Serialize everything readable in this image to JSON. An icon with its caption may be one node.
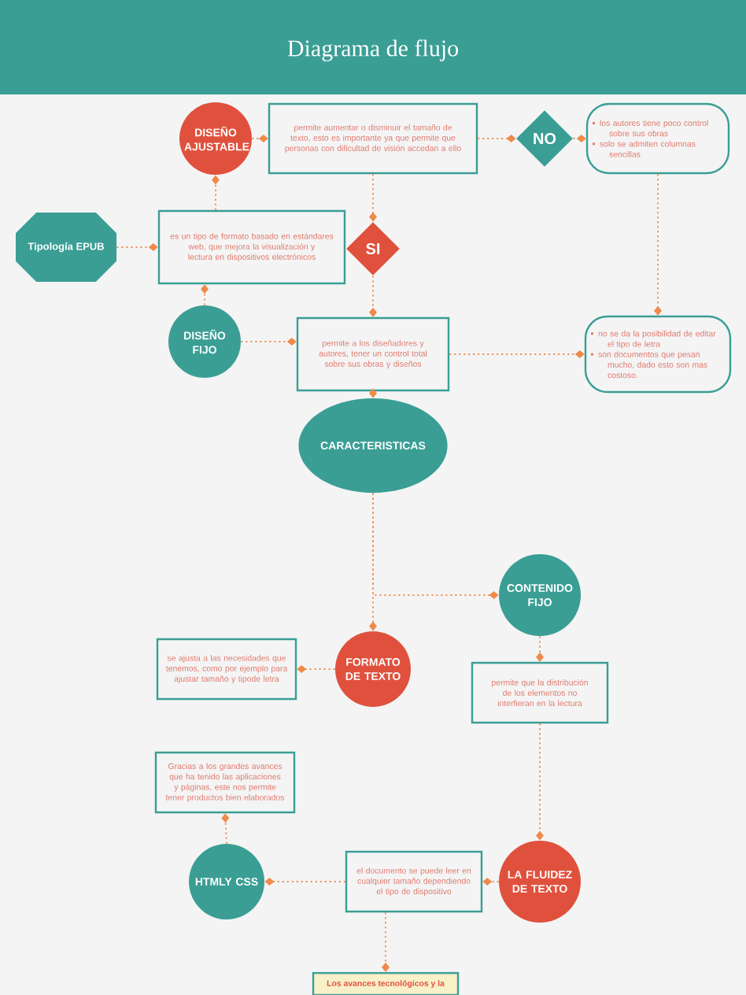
{
  "diagram": {
    "title": "Diagrama de flujo",
    "nodes": [
      {
        "text": [
          "DISEÑO AJUSTABLE"
        ]
      },
      {
        "text": [
          "permite aumentar o disminuir el tamaño de texto, esto es importante ya que permite que personas con dificultad de visión accedan a ello"
        ]
      },
      {
        "text": [
          "NO"
        ]
      },
      {
        "text": [
          "los autores tiene poco control sobre sus obras",
          "solo se admiten columnas sencillas"
        ]
      },
      {
        "text": [
          "Tipología EPUB"
        ]
      },
      {
        "text": [
          "es un tipo de formato basado en estándares web, que mejora la visualización y lectura en dispositivos electrónicos"
        ]
      },
      {
        "text": [
          "SI"
        ]
      },
      {
        "text": [
          "DISEÑO FIJO"
        ]
      },
      {
        "text": [
          "permite a los diseñadores y autores, tener un control total sobre sus obras y diseños"
        ]
      },
      {
        "text": [
          "no se da la posibilidad de editar el tipo de letra",
          "son documentos que pesan mucho, dado esto son mas costoso."
        ]
      },
      {
        "text": [
          "CARACTERISTICAS"
        ]
      },
      {
        "text": [
          "CONTENIDO FIJO"
        ]
      },
      {
        "text": [
          "se ajusta a las necesidades que tenemos, como por ejemplo para ajustar tamaño y tipode letra"
        ]
      },
      {
        "text": [
          "FORMATO DE TEXTO"
        ]
      },
      {
        "text": [
          "permite que la distribución de los elementos no interfieran en la lectura"
        ]
      },
      {
        "text": [
          "Gracias a los grandes avances que ha tenido las aplicaciones y páginas, este nos permite tener productos bien elaborados"
        ]
      },
      {
        "text": [
          "HTMLY CSS"
        ]
      },
      {
        "text": [
          "el documento se puede leer en cualquier tamaño dependiendo el tipo de dispositivo"
        ]
      },
      {
        "text": [
          "LA FLUIDEZ DE TEXTO"
        ]
      },
      {
        "text": [
          "Los avances tecnológicos y la"
        ]
      }
    ],
    "edges": [
      {
        "from": 0,
        "to": 1,
        "arrow": "other"
      },
      {
        "from": 1,
        "to": 2,
        "arrow": "other"
      },
      {
        "from": 2,
        "to": 3,
        "arrow": "other"
      },
      {
        "from": 4,
        "to": 5,
        "arrow": "other"
      },
      {
        "from": 5,
        "to": 0,
        "arrow": "other"
      },
      {
        "from": 7,
        "to": 5,
        "arrow": "other"
      },
      {
        "from": 1,
        "to": 6,
        "arrow": "other"
      },
      {
        "from": 6,
        "to": 8,
        "arrow": "other"
      },
      {
        "from": 7,
        "to": 8,
        "arrow": "other"
      },
      {
        "from": 3,
        "to": 9,
        "arrow": "other"
      },
      {
        "from": 8,
        "to": 9,
        "arrow": "other"
      },
      {
        "from": 8,
        "to": 10,
        "arrow": "other"
      },
      {
        "from": 10,
        "to": 13,
        "arrow": "other"
      },
      {
        "from": 10,
        "to": 11,
        "arrow": "other"
      },
      {
        "from": 13,
        "to": 12,
        "arrow": "other"
      },
      {
        "from": 11,
        "to": 14,
        "arrow": "other"
      },
      {
        "from": 14,
        "to": 18,
        "arrow": "other"
      },
      {
        "from": 18,
        "to": 17,
        "arrow": "other"
      },
      {
        "from": 17,
        "to": 16,
        "arrow": "other"
      },
      {
        "from": 16,
        "to": 15,
        "arrow": "other"
      },
      {
        "from": 17,
        "to": 19,
        "arrow": "other"
      }
    ]
  }
}
